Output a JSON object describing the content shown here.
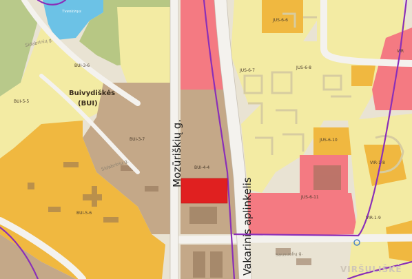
{
  "map": {
    "colors": {
      "residential_beige": "#c4a888",
      "residential_orange": "#f0b840",
      "light_yellow": "#f3eba3",
      "commercial_pink": "#f47a82",
      "water_blue": "#6cc2e6",
      "road_white": "#f4f2ee",
      "boundary_purple": "#8a2fb8",
      "selected_parcel_red": "#e02020"
    },
    "streets": {
      "mozuriskiu": "Mozūriškių g.",
      "vakarinis": "Vakarinis aplinkelis",
      "small_left_1": "Sidabrinių g.",
      "small_left_2": "Sidabrinių g.",
      "small_bottom": "Sausuolių g."
    },
    "area": {
      "name": "Buivydiškės",
      "code": "(BUI)"
    },
    "district": "VIRŠULIŠKĖ",
    "water": "Tvenkinys",
    "zones": {
      "bui_3_6": "BUI-3-6",
      "bui_5_5": "BUI-5-5",
      "bui_3_7": "BUI-3-7",
      "bui_4_4": "BUI-4-4",
      "bui_5_6": "BUI-5-6",
      "jus_6_6": "JUS-6-6",
      "jus_6_7": "JUS-6-7",
      "jus_6_8": "JUS-6-8",
      "jus_6_10": "JUS-6-10",
      "jus_6_11": "JUS-6-11",
      "vir_1_8": "VIR-1-8",
      "vir_1_9": "VIR-1-9",
      "vir": "VIR"
    }
  }
}
